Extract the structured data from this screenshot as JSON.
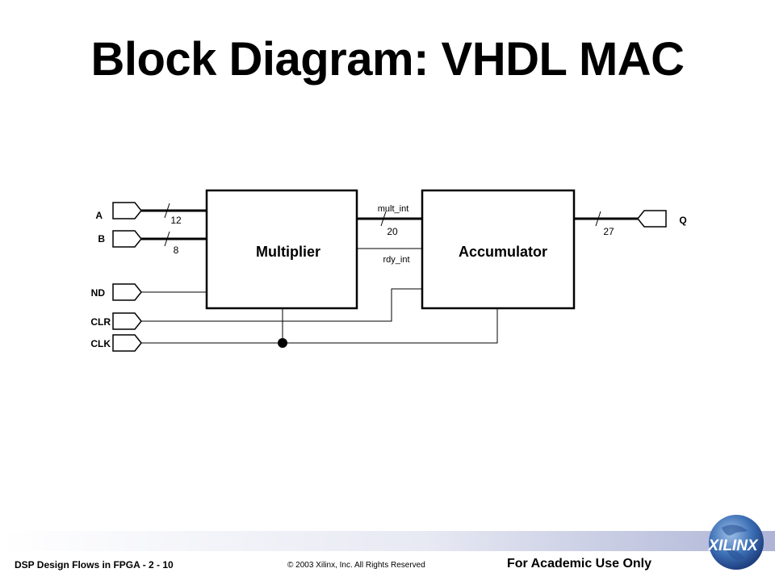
{
  "title": "Block Diagram: VHDL MAC",
  "blocks": {
    "multiplier": "Multiplier",
    "accumulator": "Accumulator"
  },
  "ports": {
    "a": "A",
    "b": "B",
    "nd": "ND",
    "clr": "CLR",
    "clk": "CLK",
    "q": "Q"
  },
  "bus_widths": {
    "a": "12",
    "b": "8",
    "mult_int": "20",
    "q": "27"
  },
  "signals": {
    "mult_int": "mult_int",
    "rdy_int": "rdy_int"
  },
  "footer": {
    "course": "DSP Design Flows in FPGA  - 2 - 10",
    "copyright": "© 2003 Xilinx, Inc. All Rights Reserved",
    "usage": "For Academic Use Only",
    "logo_text": "XILINX"
  }
}
